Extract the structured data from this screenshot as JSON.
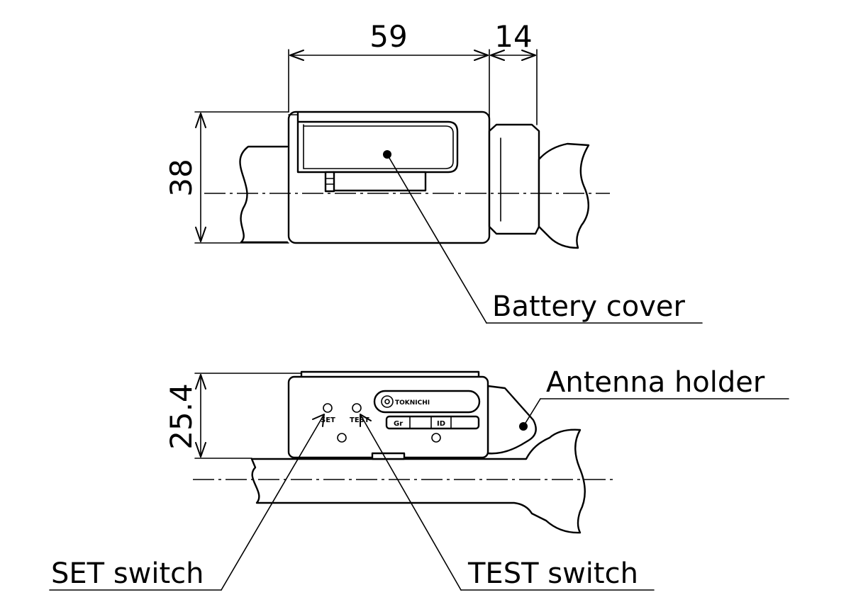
{
  "diagram": {
    "dimensions": {
      "width_main": "59",
      "width_end": "14",
      "height_top": "38",
      "height_bottom": "25.4"
    },
    "callouts": {
      "battery_cover": "Battery cover",
      "antenna_holder": "Antenna holder",
      "set_switch": "SET switch",
      "test_switch": "TEST switch"
    },
    "panel_marks": {
      "set": "SET",
      "test": "TEST",
      "brand": "TOKNICHI",
      "gr": "Gr",
      "id": "ID"
    }
  }
}
